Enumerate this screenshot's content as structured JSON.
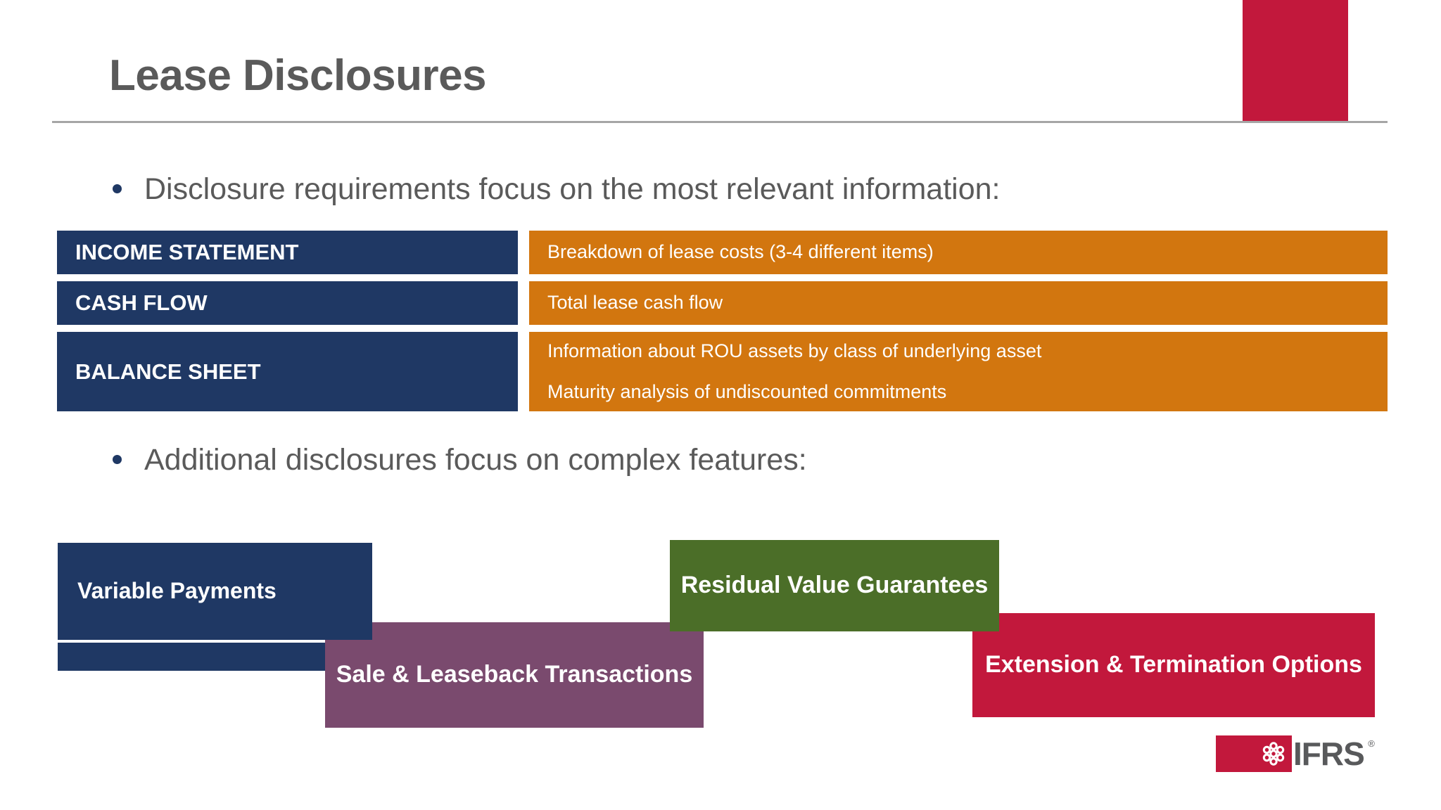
{
  "slide": {
    "title": "Lease Disclosures",
    "accent_color": "#C2183C",
    "title_color": "#5A5A5A"
  },
  "bullets": [
    {
      "text": "Disclosure requirements focus on the most relevant information:"
    },
    {
      "text": "Additional disclosures focus on complex features:"
    }
  ],
  "disclosure_table": {
    "label_color": "#1F3864",
    "desc_color": "#D2760F",
    "rows": [
      {
        "label": "INCOME STATEMENT",
        "lines": [
          "Breakdown of lease costs (3-4 different items)"
        ]
      },
      {
        "label": "CASH FLOW",
        "lines": [
          "Total lease cash flow"
        ]
      },
      {
        "label": "BALANCE SHEET",
        "lines": [
          "Information about ROU assets by class of underlying asset",
          "Maturity analysis of undiscounted commitments"
        ]
      }
    ]
  },
  "feature_boxes": [
    {
      "label": "Variable Payments",
      "color": "#1F3864"
    },
    {
      "label": "Sale & Leaseback Transactions",
      "color": "#7A4A6E"
    },
    {
      "label": "Residual Value Guarantees",
      "color": "#4B6E28"
    },
    {
      "label": "Extension & Termination Options",
      "color": "#C2183C"
    }
  ],
  "logo": {
    "wordmark": "IFRS",
    "registered": "®",
    "mark_color": "#C2183C",
    "word_color": "#58595B"
  }
}
